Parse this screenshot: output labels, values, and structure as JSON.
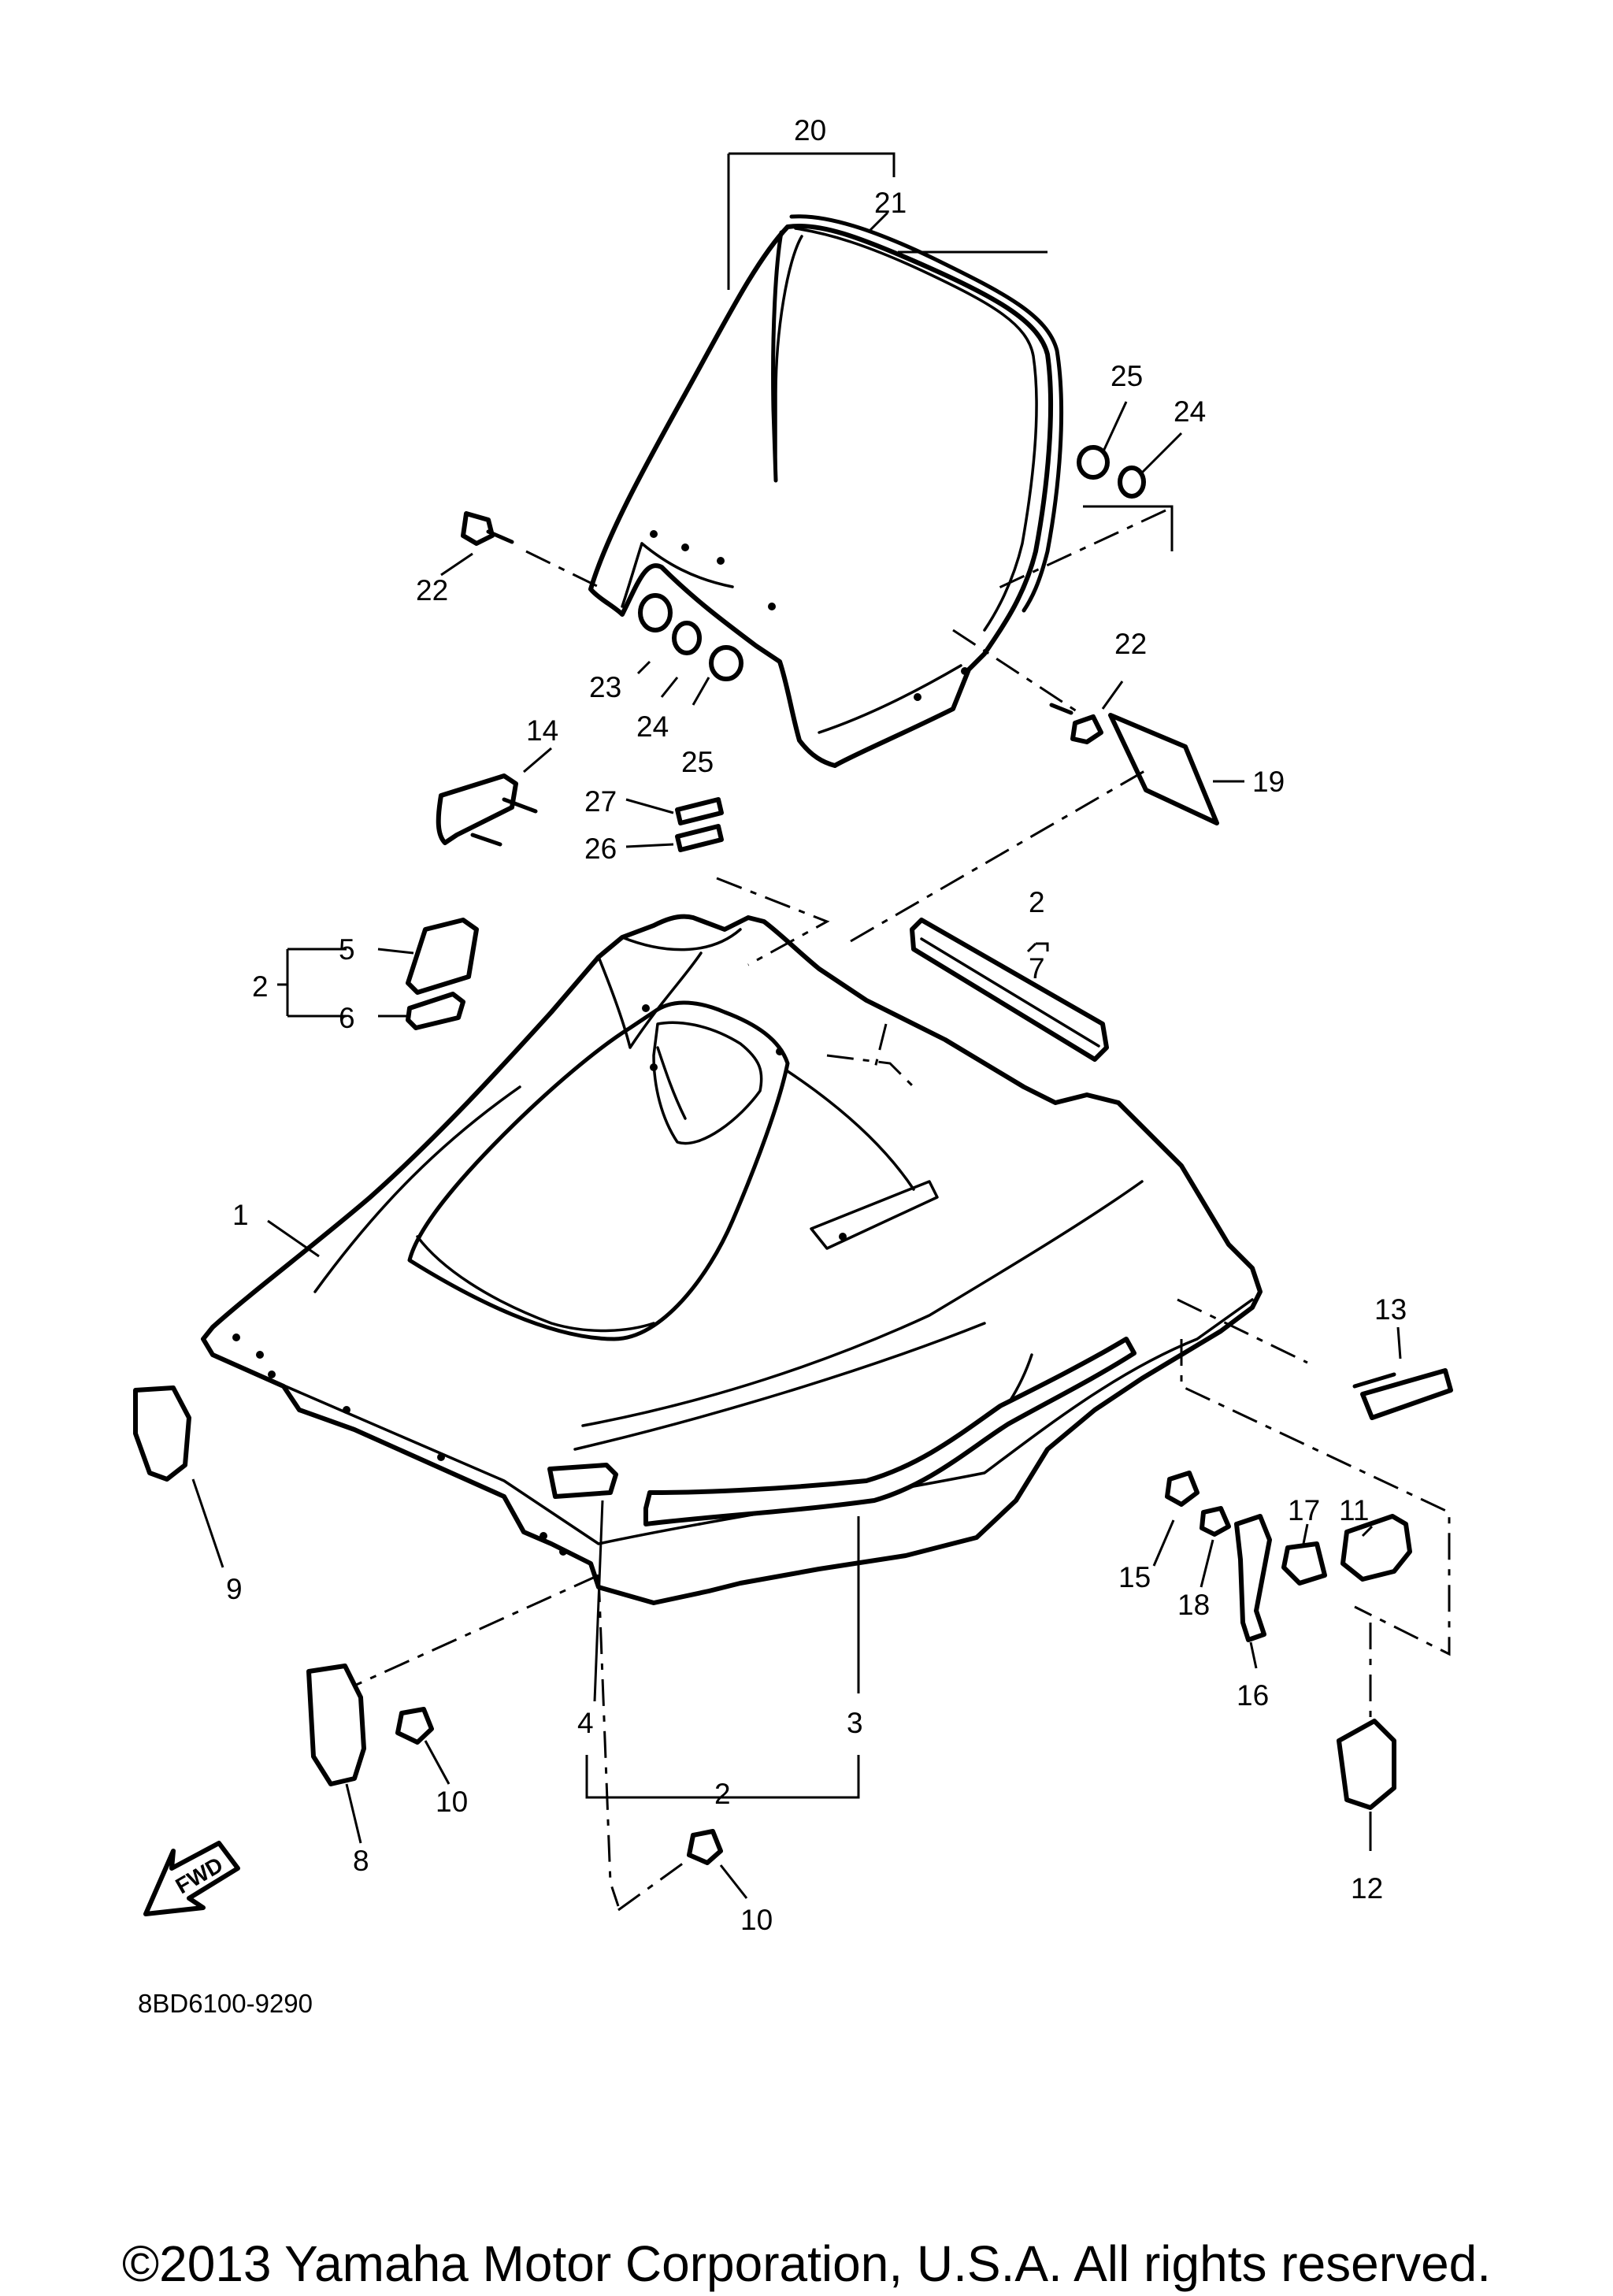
{
  "diagram": {
    "drawing_code": "8BD6100-9290",
    "fwd_arrow_text": "FWD",
    "callouts": [
      "1",
      "2",
      "3",
      "4",
      "5",
      "6",
      "7",
      "8",
      "9",
      "10",
      "11",
      "12",
      "13",
      "14",
      "15",
      "16",
      "17",
      "18",
      "19",
      "20",
      "21",
      "22",
      "23",
      "24",
      "25",
      "26",
      "27"
    ],
    "copyright": "©2013 Yamaha Motor Corporation, U.S.A. All rights reserved."
  }
}
